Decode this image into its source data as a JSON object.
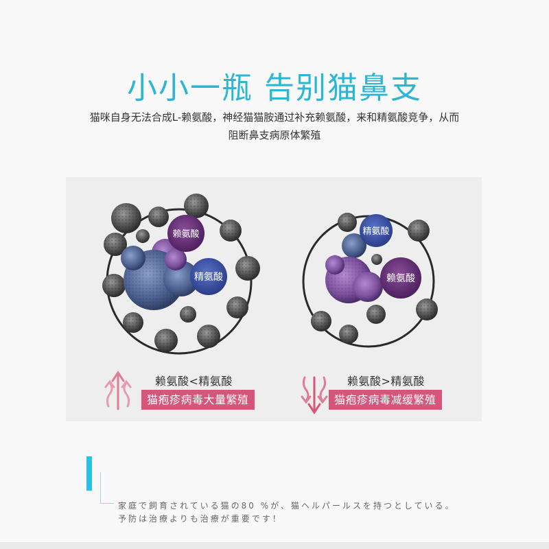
{
  "header": {
    "title": "小小一瓶 告别猫鼻支",
    "description": "猫咪自身无法合成L-赖氨酸，神经猫猫胺通过补充赖氨酸，来和精氨酸竞争，从而阻断鼻支病原体繁殖"
  },
  "left_diagram": {
    "label_top": "赖氨酸",
    "label_bottom": "精氨酸",
    "comparison": "赖氨酸<精氨酸",
    "result": "猫疱疹病毒大量繁殖",
    "arrow_direction": "up"
  },
  "right_diagram": {
    "label_top": "精氨酸",
    "label_bottom": "赖氨酸",
    "comparison": "赖氨酸>精氨酸",
    "result": "猫疱疹病毒减缓繁殖",
    "arrow_direction": "down"
  },
  "footer_note": {
    "line1": "家庭で飼育されている猫の80 %が、猫ヘルパールスを持つとしている。",
    "line2": "予防は治療よりも治療が重要です！"
  },
  "colors": {
    "title": "#2bb6d4",
    "badge": "#d6557a",
    "accent_bar": "#27c3e6",
    "lysine_circle": "#6a2f7a",
    "arginine_circle": "#3b4fa8"
  }
}
